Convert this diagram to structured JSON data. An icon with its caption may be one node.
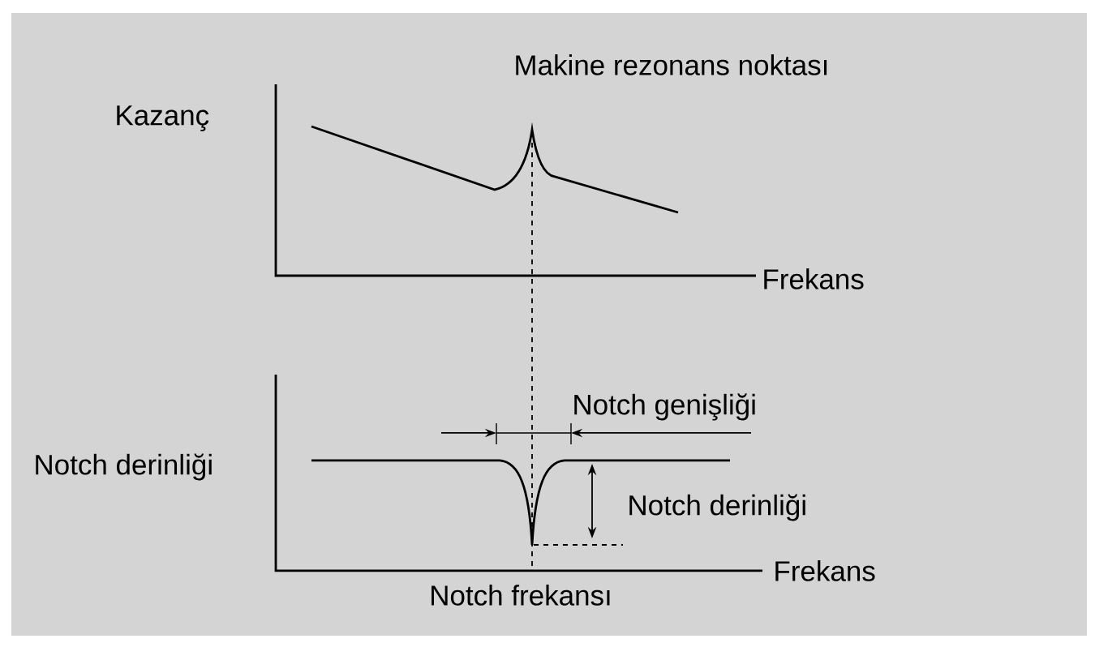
{
  "diagram": {
    "labels": [
      "Makine rezonans noktası",
      "Kazanç",
      "Frekans",
      "Notch genişliği",
      "Notch derinliği",
      "Notch derinliği",
      "Frekans",
      "Notch frekansı"
    ]
  }
}
